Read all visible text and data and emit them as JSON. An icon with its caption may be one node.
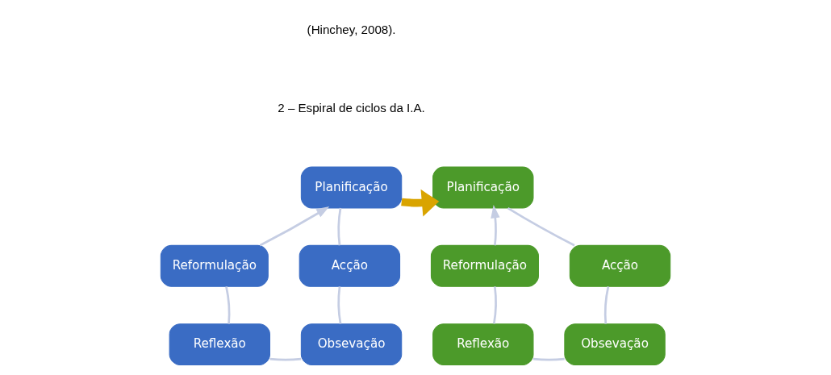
{
  "diagram": {
    "nodes": [
      {
        "text": [
          "Planificação"
        ]
      },
      {
        "text": [
          "Acção"
        ]
      },
      {
        "text": [
          "Obsevação"
        ]
      },
      {
        "text": [
          "Reflexão"
        ]
      },
      {
        "text": [
          "Reformulação"
        ]
      },
      {
        "text": [
          "Planificação"
        ]
      },
      {
        "text": [
          "Acção"
        ]
      },
      {
        "text": [
          "Obsevação"
        ]
      },
      {
        "text": [
          "Reflexão"
        ]
      },
      {
        "text": [
          "Reformulação"
        ]
      }
    ],
    "edges": [
      {
        "from": 0,
        "to": 1,
        "arrow": "none"
      },
      {
        "from": 1,
        "to": 2,
        "arrow": "none"
      },
      {
        "from": 2,
        "to": 3,
        "arrow": "none"
      },
      {
        "from": 3,
        "to": 4,
        "arrow": "none"
      },
      {
        "from": 4,
        "to": 0,
        "arrow": "to"
      },
      {
        "from": 5,
        "to": 6,
        "arrow": "none"
      },
      {
        "from": 6,
        "to": 7,
        "arrow": "none"
      },
      {
        "from": 7,
        "to": 8,
        "arrow": "none"
      },
      {
        "from": 8,
        "to": 9,
        "arrow": "none"
      },
      {
        "from": 9,
        "to": 5,
        "arrow": "to"
      },
      {
        "from": 0,
        "to": 5,
        "arrow": "to",
        "style": "thick",
        "color": "#d9a400"
      }
    ],
    "labels": [
      "(Hinchey, 2008).",
      "2 – Espiral de ciclos da I.A."
    ]
  }
}
